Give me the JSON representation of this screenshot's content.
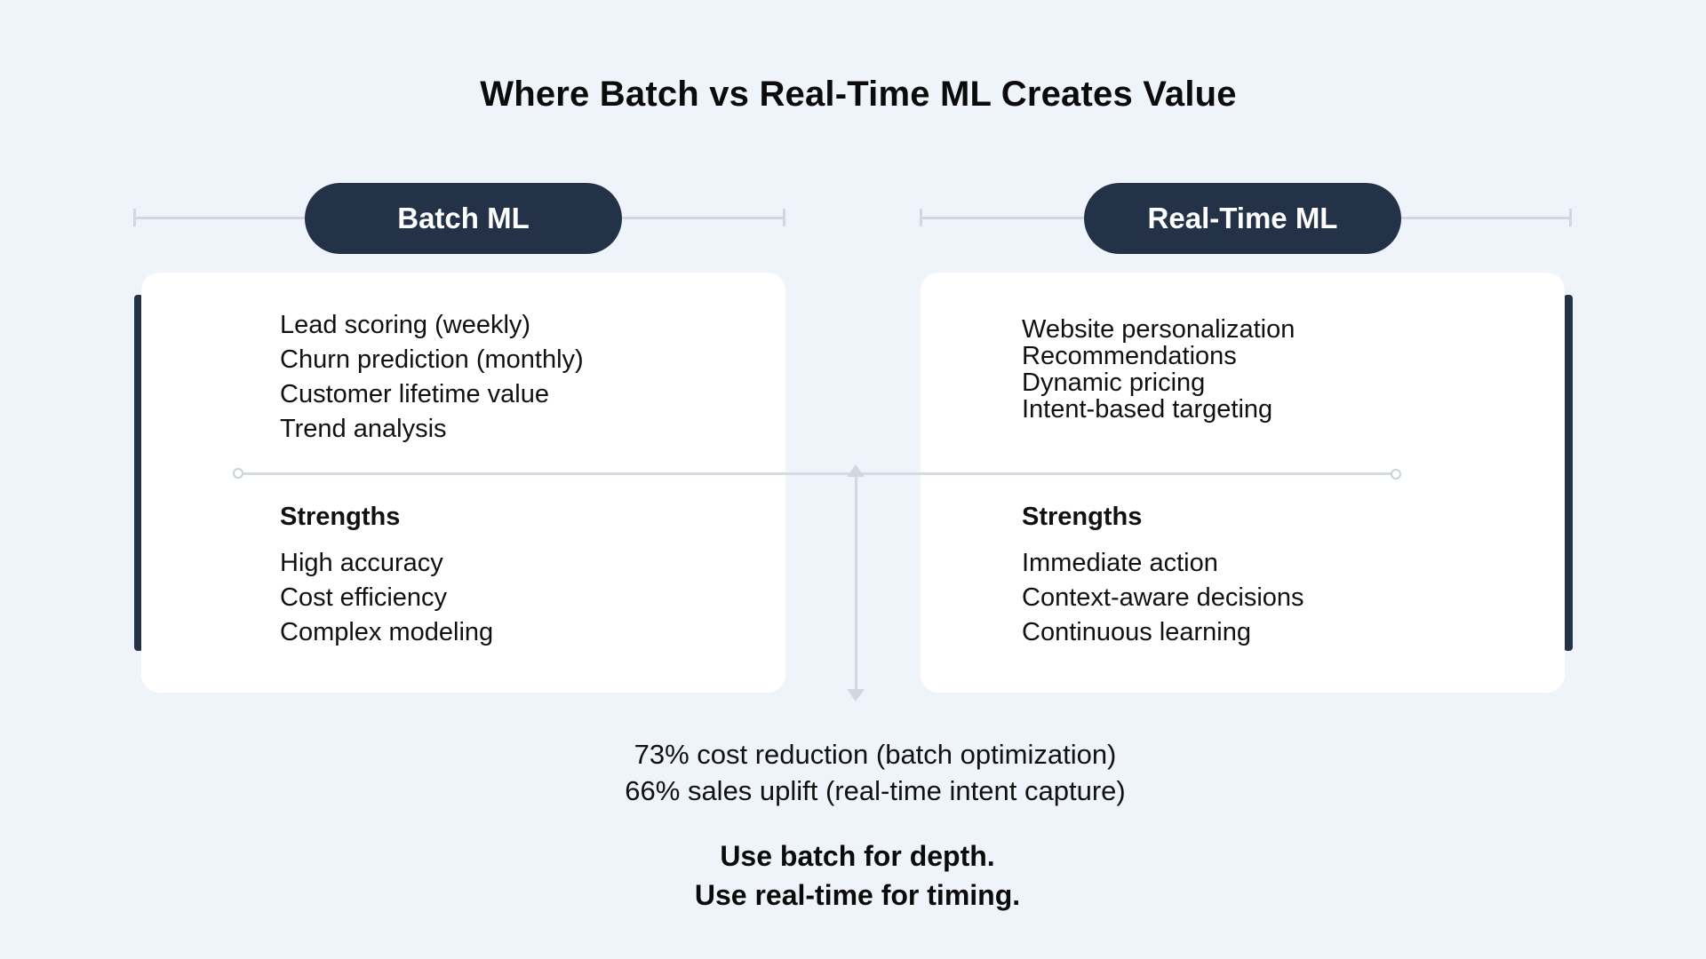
{
  "title": "Where Batch vs Real-Time ML Creates Value",
  "batch": {
    "label": "Batch ML",
    "use_cases": [
      "Lead scoring (weekly)",
      "Churn prediction (monthly)",
      "Customer lifetime value",
      "Trend analysis"
    ],
    "strengths_heading": "Strengths",
    "strengths": [
      "High accuracy",
      "Cost efficiency",
      "Complex modeling"
    ]
  },
  "realtime": {
    "label": "Real-Time ML",
    "use_cases": [
      "Website personalization",
      "Recommendations",
      "Dynamic pricing",
      "Intent-based targeting"
    ],
    "strengths_heading": "Strengths",
    "strengths": [
      "Immediate action",
      "Context-aware decisions",
      "Continuous learning"
    ]
  },
  "stats": [
    "73% cost reduction (batch optimization)",
    "66% sales uplift (real-time intent capture)"
  ],
  "takeaway": [
    "Use batch for depth.",
    "Use real-time for timing."
  ],
  "colors": {
    "background": "#eff3fa",
    "pill": "#233247",
    "accent_bar": "#233247",
    "card": "#ffffff",
    "connector": "#cfd8e0"
  }
}
